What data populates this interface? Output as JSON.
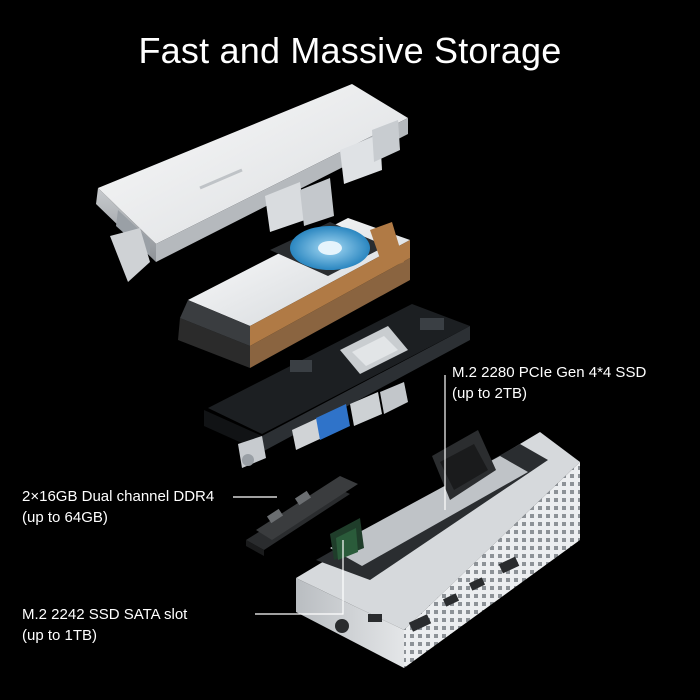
{
  "title": "Fast and Massive Storage",
  "callouts": {
    "pcie_ssd": {
      "line1": "M.2 2280 PCIe Gen 4*4 SSD",
      "line2": "(up to 2TB)"
    },
    "ddr4": {
      "line1": "2×16GB Dual channel DDR4",
      "line2": "(up to 64GB)"
    },
    "sata_ssd": {
      "line1": "M.2 2242 SSD SATA slot",
      "line2": "(up to 1TB)"
    }
  },
  "colors": {
    "background": "#000000",
    "text": "#ffffff",
    "chassis": "#e6e8ea",
    "board": "#1c1f22",
    "fan_blue": "#3aa9e0",
    "copper": "#b07a45"
  }
}
